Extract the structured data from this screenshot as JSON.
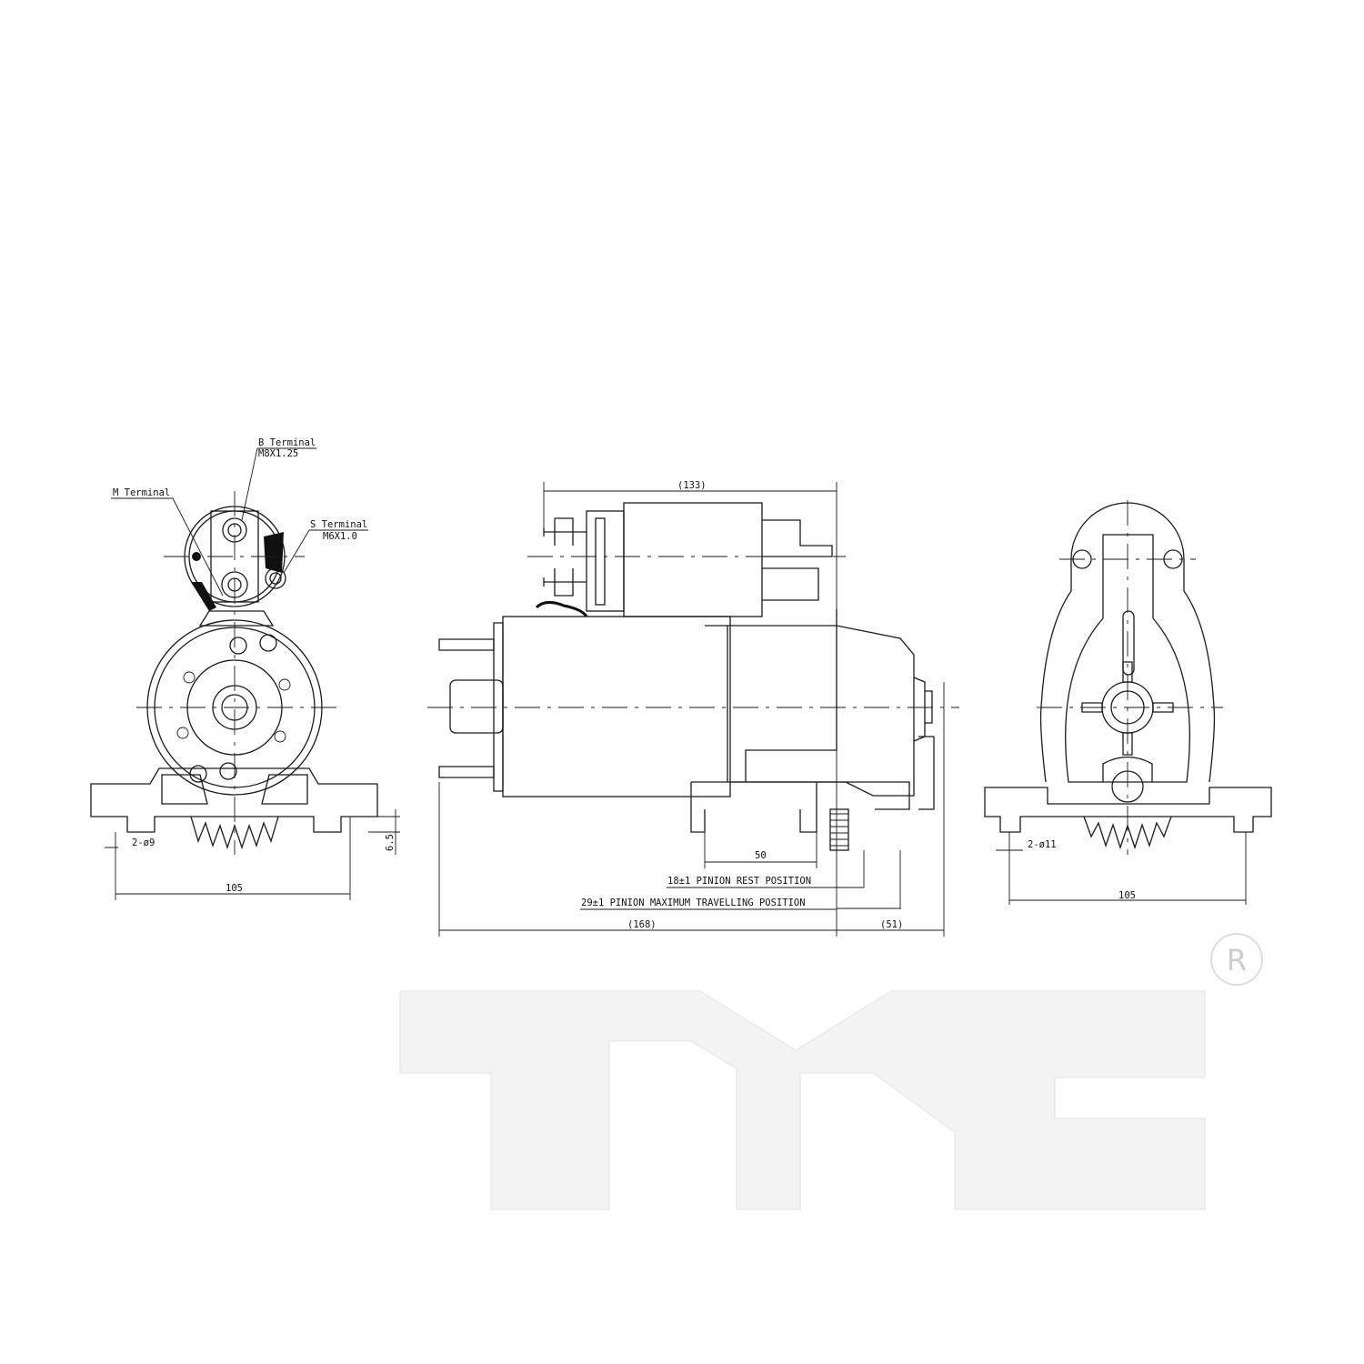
{
  "drawing": {
    "left_view": {
      "b_terminal_label": "B Terminal",
      "b_terminal_thread": "M8X1.25",
      "m_terminal_label": "M Terminal",
      "s_terminal_label": "S Terminal",
      "s_terminal_thread": "M6X1.0",
      "hole_dim": "2-ø9",
      "height_dim": "6.5",
      "width_dim": "105"
    },
    "side_view": {
      "top_dim": "(133)",
      "mount_dim": "50",
      "pinion_rest": "18±1  PINION REST POSITION",
      "pinion_max": "29±1 PINION MAXIMUM TRAVELLING POSITION",
      "length_dim": "(168)",
      "nose_dim": "(51)"
    },
    "right_view": {
      "hole_dim": "2-ø11",
      "width_dim": "105"
    }
  },
  "logo": {
    "text": "TYC",
    "registered_mark": "R"
  }
}
